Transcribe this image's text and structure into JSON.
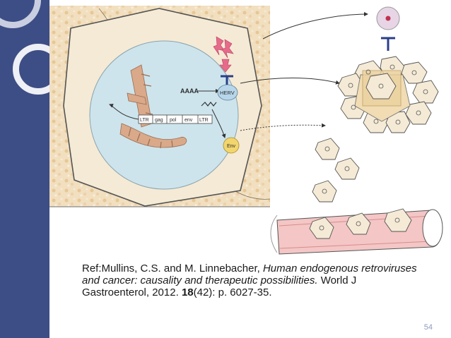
{
  "figure": {
    "herv_label": "HERV",
    "env_label": "Env",
    "genome": [
      "LTR",
      "gag",
      "pol",
      "env",
      "LTR"
    ],
    "polya_label": "AAAA"
  },
  "reference": {
    "prefix": "Ref:Mullins, C.S. and M. Linnebacher, ",
    "title_italic": "Human endogenous retroviruses and cancer: causality and therapeutic possibilities.",
    "journal": " World J Gastroenterol, 2012.",
    "volume_bold": "18",
    "issue_pages": "(42): p. 6027-35."
  },
  "page_number": "54",
  "colors": {
    "band": "#3d4d86",
    "nucleus": "#cde4ec",
    "cell": "#f5ead5",
    "marker_arrow": "#e86a8b",
    "inhibitor": "#2a3f8a"
  }
}
